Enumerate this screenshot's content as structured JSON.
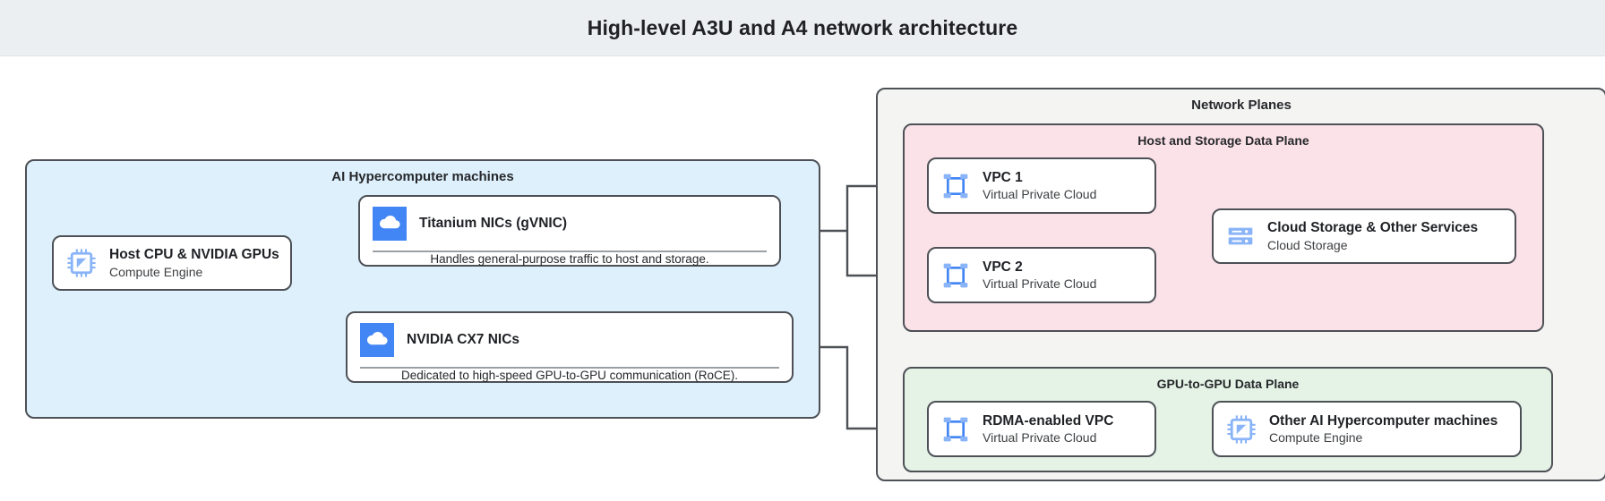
{
  "header": {
    "title": "High-level A3U and A4 network architecture"
  },
  "panels": {
    "ai_machines": {
      "title": "AI Hypercomputer machines",
      "bg": "#def0fc"
    },
    "network_planes": {
      "title": "Network Planes",
      "bg": "#f4f4f3"
    },
    "host_storage_plane": {
      "title": "Host and Storage Data Plane",
      "bg": "#fbe2e8"
    },
    "gpu_plane": {
      "title": "GPU-to-GPU Data Plane",
      "bg": "#e5f3e6"
    }
  },
  "nodes": {
    "host_cpu": {
      "title": "Host CPU & NVIDIA GPUs",
      "subtitle": "Compute Engine",
      "icon": "chip-icon"
    },
    "titanium_nics": {
      "title": "Titanium NICs (gVNIC)",
      "caption": "Handles general-purpose traffic to host and storage.",
      "icon": "cloud-icon"
    },
    "cx7_nics": {
      "title": "NVIDIA CX7 NICs",
      "caption": "Dedicated to high-speed GPU-to-GPU communication (RoCE).",
      "icon": "cloud-icon"
    },
    "vpc1": {
      "title": "VPC 1",
      "subtitle": "Virtual Private Cloud",
      "icon": "vpc-icon"
    },
    "vpc2": {
      "title": "VPC 2",
      "subtitle": "Virtual Private Cloud",
      "icon": "vpc-icon"
    },
    "cloud_storage": {
      "title": "Cloud Storage & Other Services",
      "subtitle": "Cloud Storage",
      "icon": "storage-icon"
    },
    "rdma_vpc": {
      "title": "RDMA-enabled VPC",
      "subtitle": "Virtual Private Cloud",
      "icon": "vpc-icon"
    },
    "other_machines": {
      "title": "Other AI Hypercomputer machines",
      "subtitle": "Compute Engine",
      "icon": "chip-icon"
    }
  },
  "colors": {
    "header_bg": "#eceff1",
    "stroke": "#4d5156",
    "google_blue": "#4285f4",
    "icon_blue_light": "#8ab4f8",
    "ai_panel": "#def0fc",
    "network_panel": "#f4f4f3",
    "host_storage_panel": "#fbe2e8",
    "gpu_panel": "#e5f3e6"
  },
  "connectors": [
    {
      "from": "host_cpu",
      "to": "titanium_nics"
    },
    {
      "from": "host_cpu",
      "to": "cx7_nics"
    },
    {
      "from": "titanium_nics",
      "to": "vpc1"
    },
    {
      "from": "titanium_nics",
      "to": "vpc2"
    },
    {
      "from": "vpc1",
      "to": "cloud_storage"
    },
    {
      "from": "vpc2",
      "to": "cloud_storage"
    },
    {
      "from": "cx7_nics",
      "to": "rdma_vpc"
    },
    {
      "from": "rdma_vpc",
      "to": "other_machines"
    }
  ]
}
